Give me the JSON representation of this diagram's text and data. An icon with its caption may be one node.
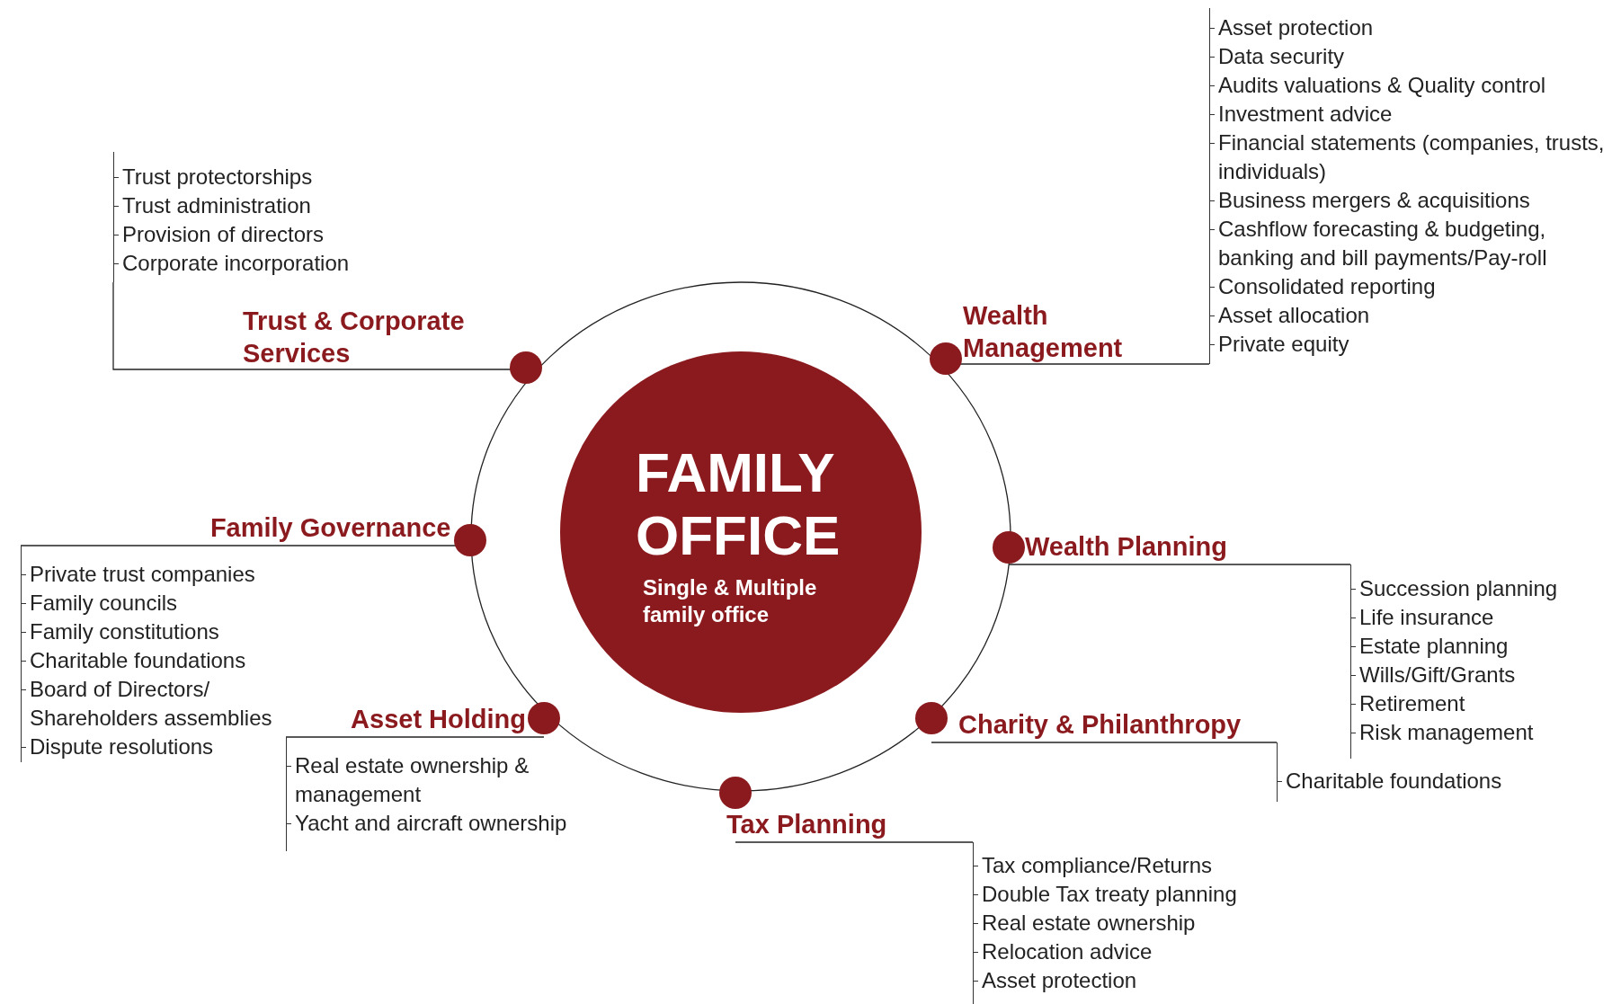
{
  "diagram": {
    "nodes": [
      {
        "text": [
          "FAMILY OFFICE",
          "Single & Multiple family office"
        ]
      },
      {
        "text": [
          "Trust & Corporate Services"
        ]
      },
      {
        "text": [
          "Trust protectorships",
          "Trust administration",
          "Provision of directors",
          "Corporate incorporation"
        ]
      },
      {
        "text": [
          "Wealth Management"
        ]
      },
      {
        "text": [
          "Asset protection",
          "Data security",
          "Audits valuations & Quality control",
          "Investment advice",
          "Financial statements (companies, trusts, individuals)",
          "Business mergers & acquisitions",
          "Cashflow forecasting & budgeting, banking and bill payments/Pay-roll",
          "Consolidated reporting",
          "Asset allocation",
          "Private equity"
        ]
      },
      {
        "text": [
          "Family Governance"
        ]
      },
      {
        "text": [
          "Private trust companies",
          "Family councils",
          "Family constitutions",
          "Charitable foundations",
          "Board of Directors/ Shareholders assemblies",
          "Dispute resolutions"
        ]
      },
      {
        "text": [
          "Wealth Planning"
        ]
      },
      {
        "text": [
          "Succession planning",
          "Life insurance",
          "Estate planning",
          "Wills/Gift/Grants",
          "Retirement",
          "Risk management"
        ]
      },
      {
        "text": [
          "Asset Holding"
        ]
      },
      {
        "text": [
          "Real estate ownership & management",
          "Yacht and aircraft ownership"
        ]
      },
      {
        "text": [
          "Charity & Philanthropy"
        ]
      },
      {
        "text": [
          "Charitable foundations"
        ]
      },
      {
        "text": [
          "Tax Planning"
        ]
      },
      {
        "text": [
          "Tax compliance/Returns",
          "Double Tax treaty planning",
          "Real estate ownership",
          "Relocation advice",
          "Asset protection"
        ]
      }
    ],
    "edges": [
      {
        "from": 1,
        "to": 2,
        "arrow": "none"
      },
      {
        "from": 3,
        "to": 4,
        "arrow": "none"
      },
      {
        "from": 5,
        "to": 6,
        "arrow": "none"
      },
      {
        "from": 7,
        "to": 8,
        "arrow": "none"
      },
      {
        "from": 9,
        "to": 10,
        "arrow": "none"
      },
      {
        "from": 11,
        "to": 12,
        "arrow": "none"
      },
      {
        "from": 13,
        "to": 14,
        "arrow": "none"
      }
    ]
  }
}
